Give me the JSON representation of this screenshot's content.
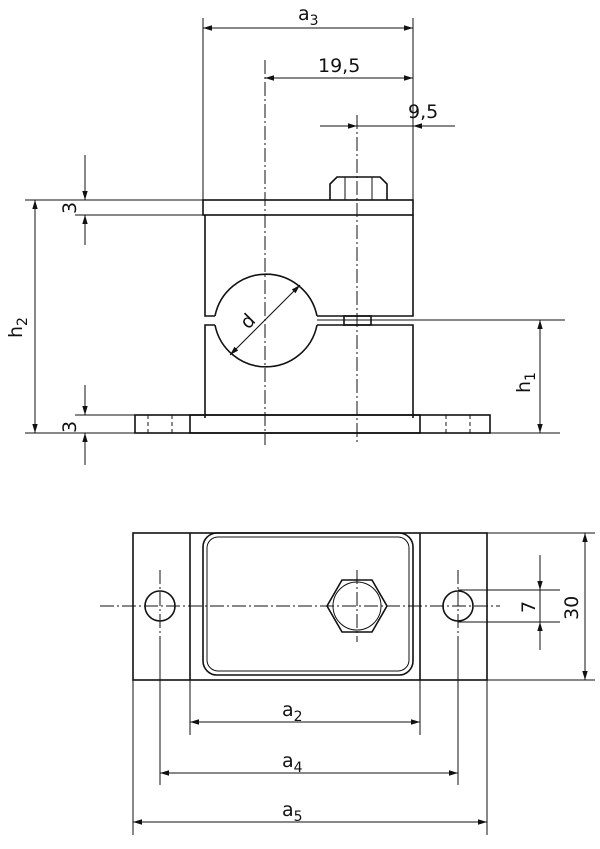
{
  "drawing": {
    "front_view": {
      "a3": {
        "base": "a",
        "sub": "3"
      },
      "dim_19_5": "19,5",
      "dim_9_5": "9,5",
      "top_plate_thickness": "3",
      "h2": {
        "base": "h",
        "sub": "2"
      },
      "d": "d",
      "h1": {
        "base": "h",
        "sub": "1"
      },
      "base_plate_thickness": "3"
    },
    "plan_view": {
      "a2": {
        "base": "a",
        "sub": "2"
      },
      "a4": {
        "base": "a",
        "sub": "4"
      },
      "a5": {
        "base": "a",
        "sub": "5"
      },
      "hole_dim": "7",
      "width_dim": "30"
    }
  }
}
